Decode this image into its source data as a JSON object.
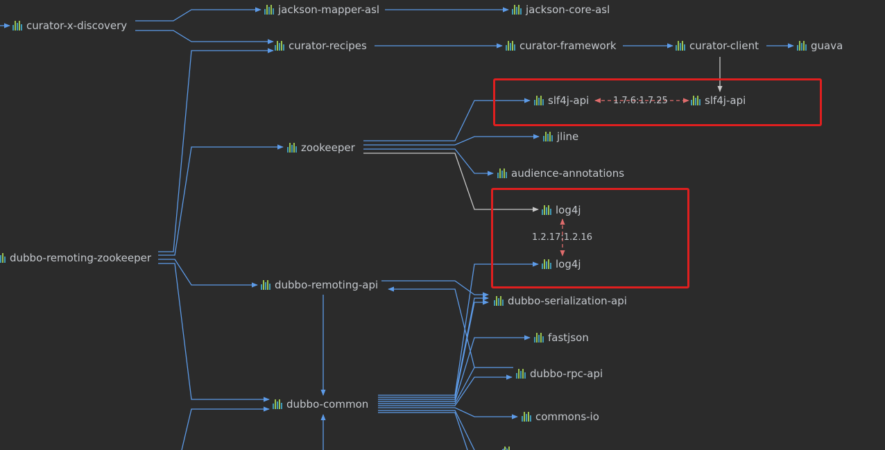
{
  "nodes": {
    "curator_x_discovery": "curator-x-discovery",
    "jackson_mapper_asl": "jackson-mapper-asl",
    "jackson_core_asl": "jackson-core-asl",
    "curator_recipes": "curator-recipes",
    "curator_framework": "curator-framework",
    "curator_client": "curator-client",
    "guava": "guava",
    "slf4j_api_1": "slf4j-api",
    "slf4j_api_2": "slf4j-api",
    "zookeeper": "zookeeper",
    "jline": "jline",
    "audience_annotations": "audience-annotations",
    "log4j_1": "log4j",
    "log4j_2": "log4j",
    "dubbo_remoting_zookeeper": "dubbo-remoting-zookeeper",
    "dubbo_remoting_api": "dubbo-remoting-api",
    "dubbo_serialization_api": "dubbo-serialization-api",
    "fastjson": "fastjson",
    "dubbo_rpc_api": "dubbo-rpc-api",
    "dubbo_common": "dubbo-common",
    "commons_io": "commons-io"
  },
  "conflicts": {
    "slf4j": "1.7.6:1.7.25",
    "log4j": "1.2.17:1.2.16"
  },
  "colors": {
    "background": "#2b2b2b",
    "edge": "#5d9be8",
    "edge_selected": "#c8c8c8",
    "conflict": "#e06c6c",
    "highlight_box": "#e01f1f",
    "label": "#c3c7cc"
  }
}
